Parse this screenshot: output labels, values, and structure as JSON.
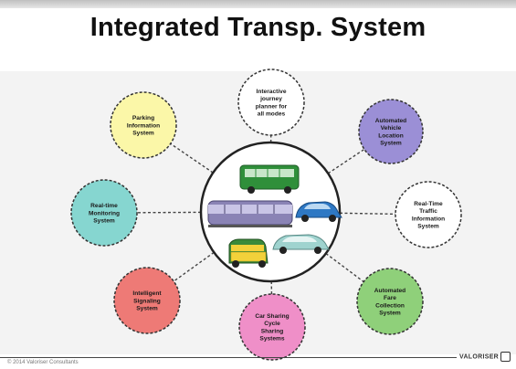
{
  "title": "Integrated Transp. System",
  "nodes": [
    {
      "id": "journey",
      "lines": [
        "Interactive",
        "journey",
        "planner for",
        "all modes"
      ],
      "color": "#ffffff"
    },
    {
      "id": "avl",
      "lines": [
        "Automated",
        "Vehicle",
        "Location",
        "System"
      ],
      "color": "#9b8fd6"
    },
    {
      "id": "traffic",
      "lines": [
        "Real-Time",
        "Traffic",
        "Information",
        "System"
      ],
      "color": "#ffffff"
    },
    {
      "id": "fare",
      "lines": [
        "Automated",
        "Fare",
        "Collection",
        "System"
      ],
      "color": "#8fd07a"
    },
    {
      "id": "sharing",
      "lines": [
        "Car Sharing",
        "Cycle",
        "Sharing",
        "Systems"
      ],
      "color": "#ef8fc8"
    },
    {
      "id": "signaling",
      "lines": [
        "Intelligent",
        "Signaling",
        "System"
      ],
      "color": "#ee7a76"
    },
    {
      "id": "monitoring",
      "lines": [
        "Real-time",
        "Monitoring",
        "System"
      ],
      "color": "#86d6d0"
    },
    {
      "id": "parking",
      "lines": [
        "Parking",
        "Information",
        "System"
      ],
      "color": "#fbf7a8"
    }
  ],
  "footer": {
    "copyright": "© 2014 Valoriser Consultants",
    "logo": "VALORISER"
  },
  "colors": {
    "center_fill": "#ffffff",
    "border": "#444444"
  }
}
